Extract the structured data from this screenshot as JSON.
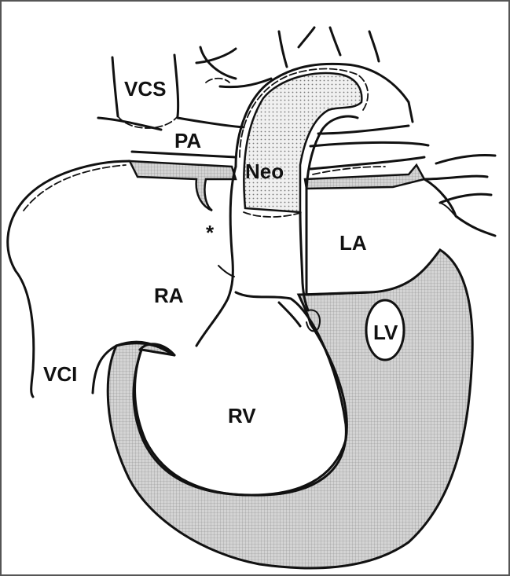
{
  "labels": {
    "vcs": "VCS",
    "pa": "PA",
    "neo": "Neo",
    "ra": "RA",
    "la": "LA",
    "lv": "LV",
    "rv": "RV",
    "vci": "VCI",
    "asterisk": "*"
  },
  "colors": {
    "line": "#111111",
    "hatch_fill": "#cfcfcf",
    "dot_fill": "#e9e9e9",
    "background": "#ffffff",
    "frame": "#555555"
  }
}
